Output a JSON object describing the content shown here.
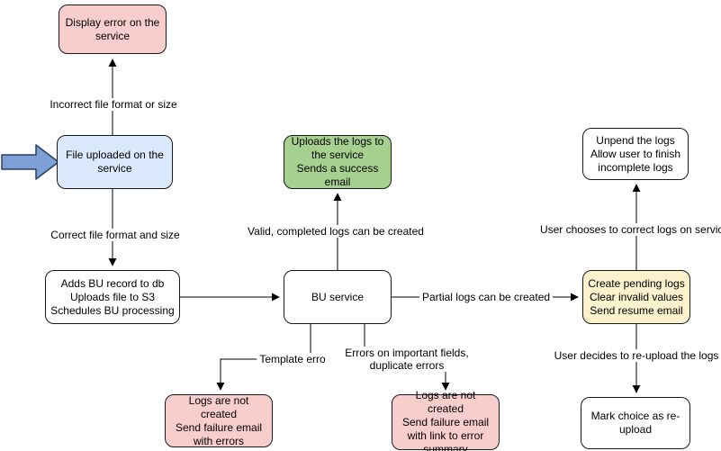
{
  "nodes": {
    "display_error": {
      "text": "Display error on the service"
    },
    "file_uploaded": {
      "text": "File uploaded on the service"
    },
    "adds_bu_record": {
      "lines": [
        "Adds BU record to db",
        "Uploads file to S3",
        "Schedules BU processing"
      ]
    },
    "uploads_logs": {
      "lines": [
        "Uploads the logs to the service",
        "Sends a success email"
      ]
    },
    "bu_service": {
      "text": "BU service"
    },
    "create_pending": {
      "lines": [
        "Create pending logs",
        "Clear invalid values",
        "Send resume email"
      ]
    },
    "unpend_logs": {
      "lines": [
        "Unpend the logs",
        "Allow user to finish incomplete logs"
      ]
    },
    "mark_choice": {
      "text": "Mark choice as re-upload"
    },
    "logs_failure_errors": {
      "lines": [
        "Logs are not created",
        "Send failure email with errors"
      ]
    },
    "logs_failure_summary": {
      "lines": [
        "Logs are not created",
        "Send failure email with link to error summary"
      ]
    }
  },
  "edge_labels": {
    "incorrect_file": "Incorrect file format or size",
    "correct_file": "Correct file format and size",
    "valid_logs": "Valid, completed logs can be created",
    "partial_logs": "Partial logs can be created",
    "template_errors": "Template errors",
    "important_fields": "Errors on important fields, duplicate errors",
    "correct_on_service": "User chooses to correct logs on service",
    "reupload": "User decides to re-upload the logs"
  },
  "colors": {
    "node_pink": "#f8cecc",
    "node_blue": "#dae8fc",
    "node_green": "#a6d08f",
    "node_yellow": "#fcf1cd",
    "node_white": "#ffffff",
    "stroke": "#1a1a1a",
    "arrow_icon_fill": "#7e9ed6",
    "arrow_icon_stroke": "#2a3f66"
  }
}
